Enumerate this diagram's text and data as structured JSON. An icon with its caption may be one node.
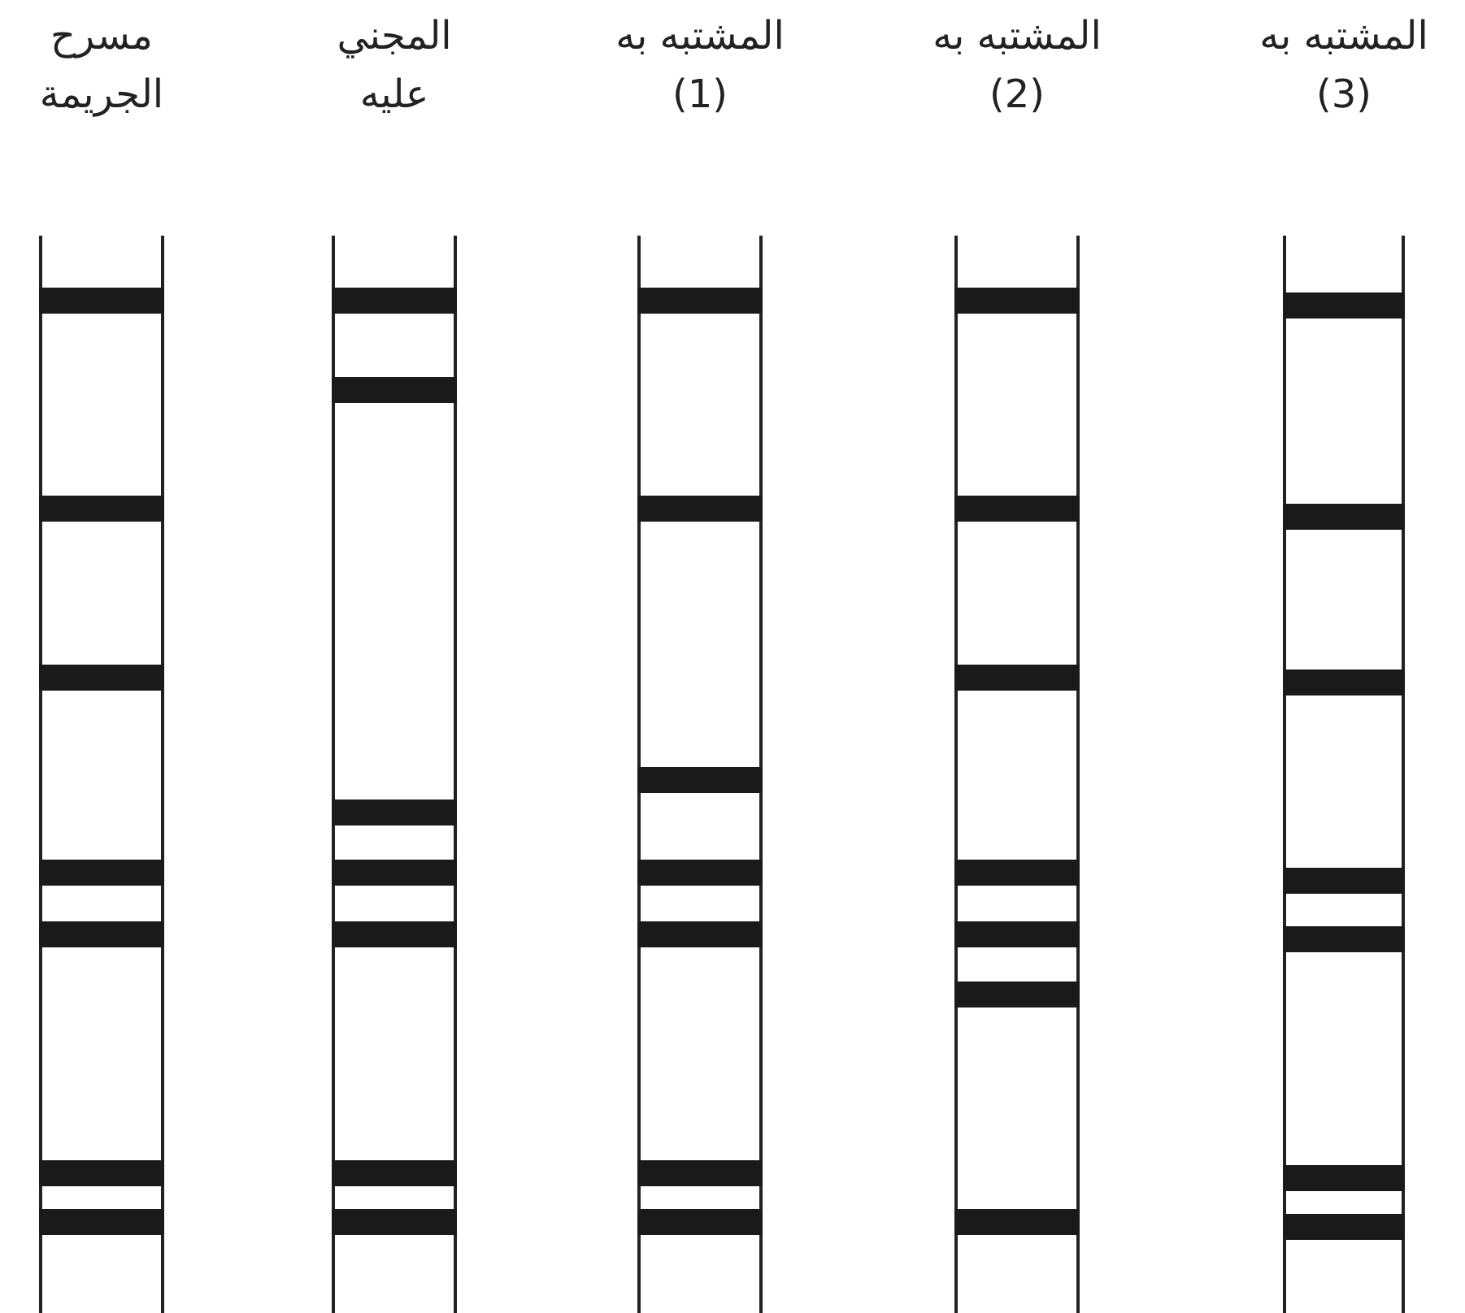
{
  "diagram": {
    "nodes": [
      {
        "text": [
          "مسرح الجريمة"
        ]
      },
      {
        "text": [
          "المجني عليه"
        ]
      },
      {
        "text": [
          "المشتبه به (1)"
        ]
      },
      {
        "text": [
          "المشتبه به (2)"
        ]
      },
      {
        "text": [
          "المشتبه به (3)"
        ]
      }
    ]
  }
}
